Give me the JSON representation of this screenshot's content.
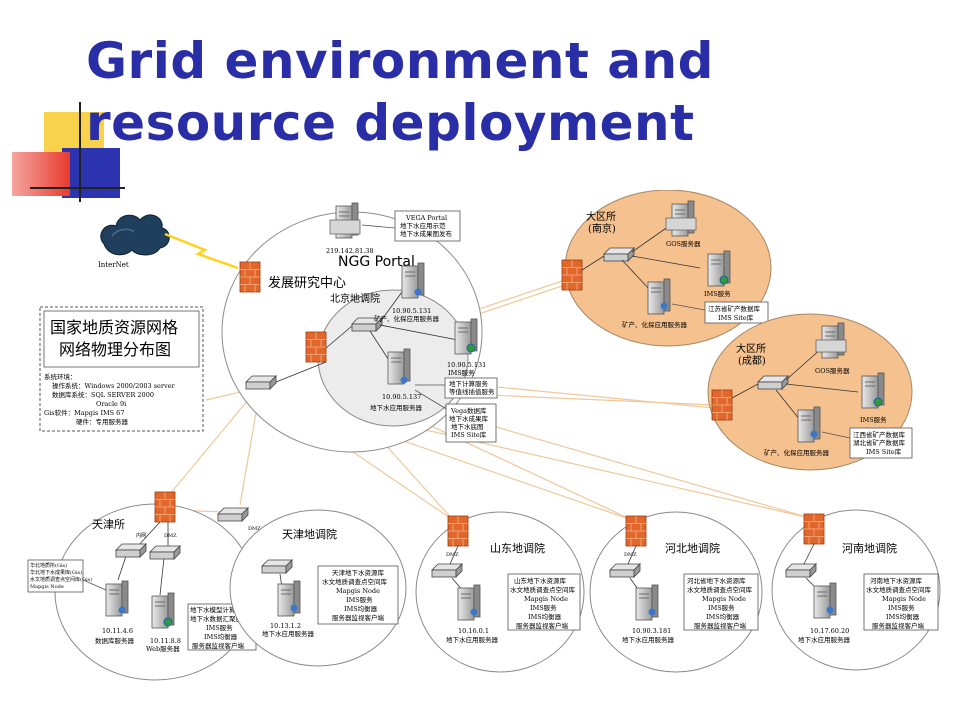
{
  "slide": {
    "title_line1": "Grid environment and",
    "title_line2": "resource deployment"
  },
  "diagram": {
    "internet_label": "InterNet",
    "ngg": {
      "center_label": "发展研究中心",
      "portal_label": "NGG Portal",
      "portal_ip": "219.142.81.38",
      "vega_note": [
        "VEGA Portal",
        "地下水应用示范",
        "地下水成果图发布"
      ]
    },
    "beijing": {
      "label": "北京地调院",
      "srv1_ip": "10.90.5.131",
      "srv1_desc": "矿产、化探应用服务器",
      "srv2_ip": "10.90.5.131",
      "srv2_desc": "IMS服务",
      "srv3_ip": "10.90.5.137",
      "srv3_desc": "地下水应用服务器",
      "note1": [
        "地下计算服务",
        "等值线插值服务"
      ],
      "note2": [
        "Vega数据库",
        "地下水成果库",
        "地下水底图",
        "IMS Site库"
      ]
    },
    "nanjing": {
      "label": [
        "大区所",
        "(南京)"
      ],
      "gos": "GOS服务器",
      "ims": "IMS服务",
      "app": "矿产、化探应用服务器",
      "note": [
        "江苏省矿产数据库",
        "IMS Site库"
      ]
    },
    "chengdu": {
      "label": [
        "大区所",
        "(成都)"
      ],
      "gos": "GOS服务器",
      "ims": "IMS服务",
      "app": "矿产、化探应用服务器",
      "note": [
        "江西省矿产数据库",
        "湖北省矿产数据库",
        "IMS Site库"
      ]
    },
    "legend": {
      "title_line1": "国家地质资源网格",
      "title_line2": "网络物理分布图",
      "env": "系统环境：",
      "os": "操作系统：Windows 2000/2003 server",
      "db": "数据库系统：SQL SERVER 2000",
      "db2": "Oracle 9i",
      "gis": "Gis软件：Mapgis IMS 67",
      "hw": "硬件：专用服务器"
    },
    "tianjin_suo": {
      "label": "天津所",
      "inner": "内网",
      "dmz": "DMZ",
      "note": [
        "华北地质所(Gis)",
        "华北地下水成果库(Gis)",
        "水文地质调查点空间库(Gis)",
        "Mapgis Node"
      ],
      "db_ip": "10.11.4.6",
      "db_desc": "数据库服务器",
      "web_ip": "10.11.8.8",
      "web_desc": "Web服务器",
      "services": [
        "地下水模型计算服务",
        "地下水数据汇聚服务",
        "IMS服务",
        "IMS均衡器",
        "服务器监视客户端"
      ]
    },
    "dmz_label": "DMZ",
    "tianjin_diaoyuan": {
      "label": "天津地调院",
      "ip": "10.13.1.2",
      "desc": "地下水应用服务器",
      "note": [
        "天津地下水资源库",
        "水文地质调查点空间库",
        "Mapgis Node",
        "IMS服务",
        "IMS均衡器",
        "服务器监视客户端"
      ]
    },
    "shandong": {
      "label": "山东地调院",
      "dmz": "DMZ",
      "ip": "10.16.0.1",
      "desc": "地下水应用服务器",
      "note": [
        "山东地下水资源库",
        "水文地质调查点空间库",
        "Mapgis Node",
        "IMS服务",
        "IMS均衡器",
        "服务器监视客户端"
      ]
    },
    "hebei": {
      "label": "河北地调院",
      "dmz": "DMZ",
      "ip": "10.90.3.181",
      "desc": "地下水应用服务器",
      "note": [
        "河北省地下水资源库",
        "水文地质调查点空间库",
        "Mapgis Node",
        "IMS服务",
        "IMS均衡器",
        "服务器监视客户端"
      ]
    },
    "henan": {
      "label": "河南地调院",
      "ip": "10.17.60.20",
      "desc": "地下水应用服务器",
      "note": [
        "河南地下水资源库",
        "水文地质调查点空间库",
        "Mapgis Node",
        "IMS服务",
        "IMS均衡器",
        "服务器监视客户端"
      ]
    }
  },
  "colors": {
    "title": "#2a2ea6",
    "region_fill": "#f5c18e",
    "link_line": "#f0c89a",
    "firewall": "#e2672a"
  }
}
